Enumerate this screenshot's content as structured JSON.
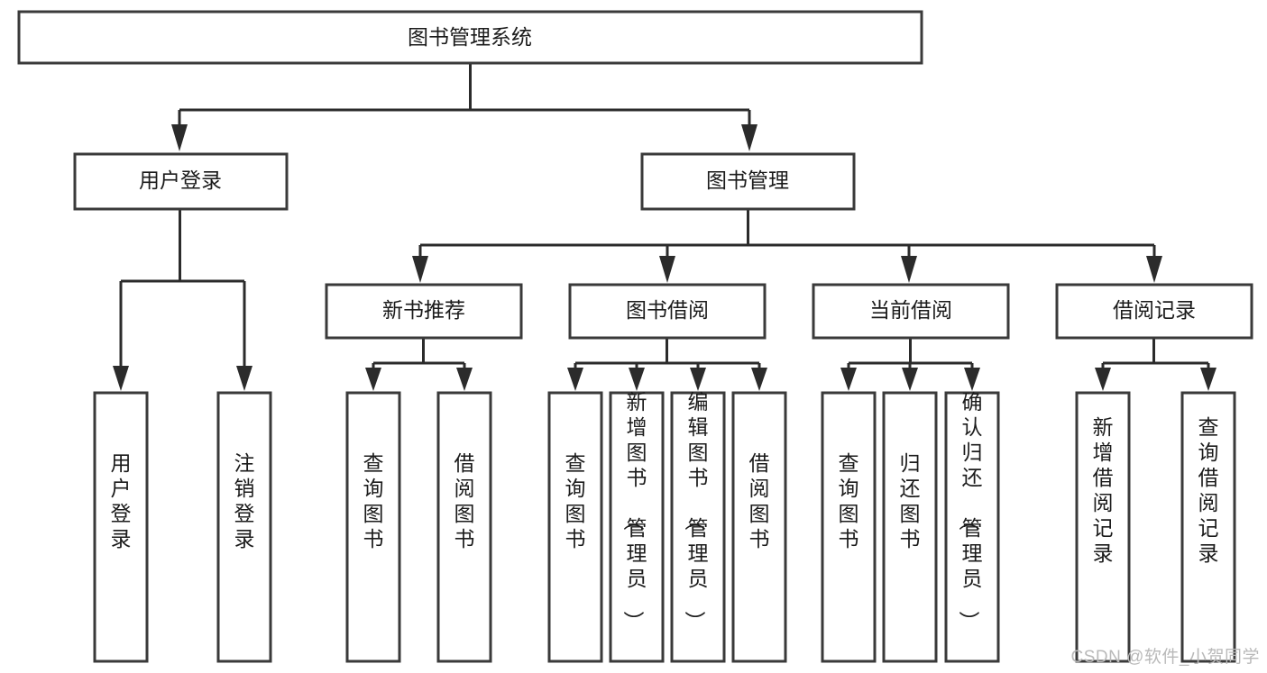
{
  "diagram": {
    "type": "tree-hierarchy",
    "title": "图书管理系统",
    "root": {
      "id": "root",
      "label": "图书管理系统",
      "orientation": "horizontal"
    },
    "level2": [
      {
        "id": "user-login",
        "label": "用户登录",
        "orientation": "horizontal"
      },
      {
        "id": "book-manage",
        "label": "图书管理",
        "orientation": "horizontal"
      }
    ],
    "level3": [
      {
        "id": "new-book-recommend",
        "label": "新书推荐",
        "orientation": "horizontal",
        "parent": "book-manage"
      },
      {
        "id": "book-borrow",
        "label": "图书借阅",
        "orientation": "horizontal",
        "parent": "book-manage"
      },
      {
        "id": "current-borrow",
        "label": "当前借阅",
        "orientation": "horizontal",
        "parent": "book-manage"
      },
      {
        "id": "borrow-record",
        "label": "借阅记录",
        "orientation": "horizontal",
        "parent": "book-manage"
      }
    ],
    "leaves": [
      {
        "id": "leaf-user-login",
        "label": "用户登录",
        "orientation": "vertical",
        "parent": "user-login"
      },
      {
        "id": "leaf-user-logout",
        "label": "注销登录",
        "orientation": "vertical",
        "parent": "user-login"
      },
      {
        "id": "leaf-query-book-1",
        "label": "查询图书",
        "orientation": "vertical",
        "parent": "new-book-recommend"
      },
      {
        "id": "leaf-borrow-book-1",
        "label": "借阅图书",
        "orientation": "vertical",
        "parent": "new-book-recommend"
      },
      {
        "id": "leaf-query-book-2",
        "label": "查询图书",
        "orientation": "vertical",
        "parent": "book-borrow"
      },
      {
        "id": "leaf-add-book",
        "label": "新增图书（管理员）",
        "orientation": "vertical",
        "parent": "book-borrow"
      },
      {
        "id": "leaf-edit-book",
        "label": "编辑图书（管理员）",
        "orientation": "vertical",
        "parent": "book-borrow"
      },
      {
        "id": "leaf-borrow-book-2",
        "label": "借阅图书",
        "orientation": "vertical",
        "parent": "book-borrow"
      },
      {
        "id": "leaf-query-book-3",
        "label": "查询图书",
        "orientation": "vertical",
        "parent": "current-borrow"
      },
      {
        "id": "leaf-return-book",
        "label": "归还图书",
        "orientation": "vertical",
        "parent": "current-borrow"
      },
      {
        "id": "leaf-confirm-return",
        "label": "确认归还（管理员）",
        "orientation": "vertical",
        "parent": "current-borrow"
      },
      {
        "id": "leaf-add-record",
        "label": "新增借阅记录",
        "orientation": "vertical",
        "parent": "borrow-record"
      },
      {
        "id": "leaf-query-record",
        "label": "查询借阅记录",
        "orientation": "vertical",
        "parent": "borrow-record"
      }
    ],
    "colors": {
      "box_stroke": "#3a3a3a",
      "box_fill": "#ffffff",
      "line": "#2b2b2b",
      "text": "#1b1b1b",
      "background": "#ffffff",
      "watermark": "#b9b9b9"
    }
  },
  "watermark": {
    "text": "CSDN @软件_小贺同学"
  }
}
